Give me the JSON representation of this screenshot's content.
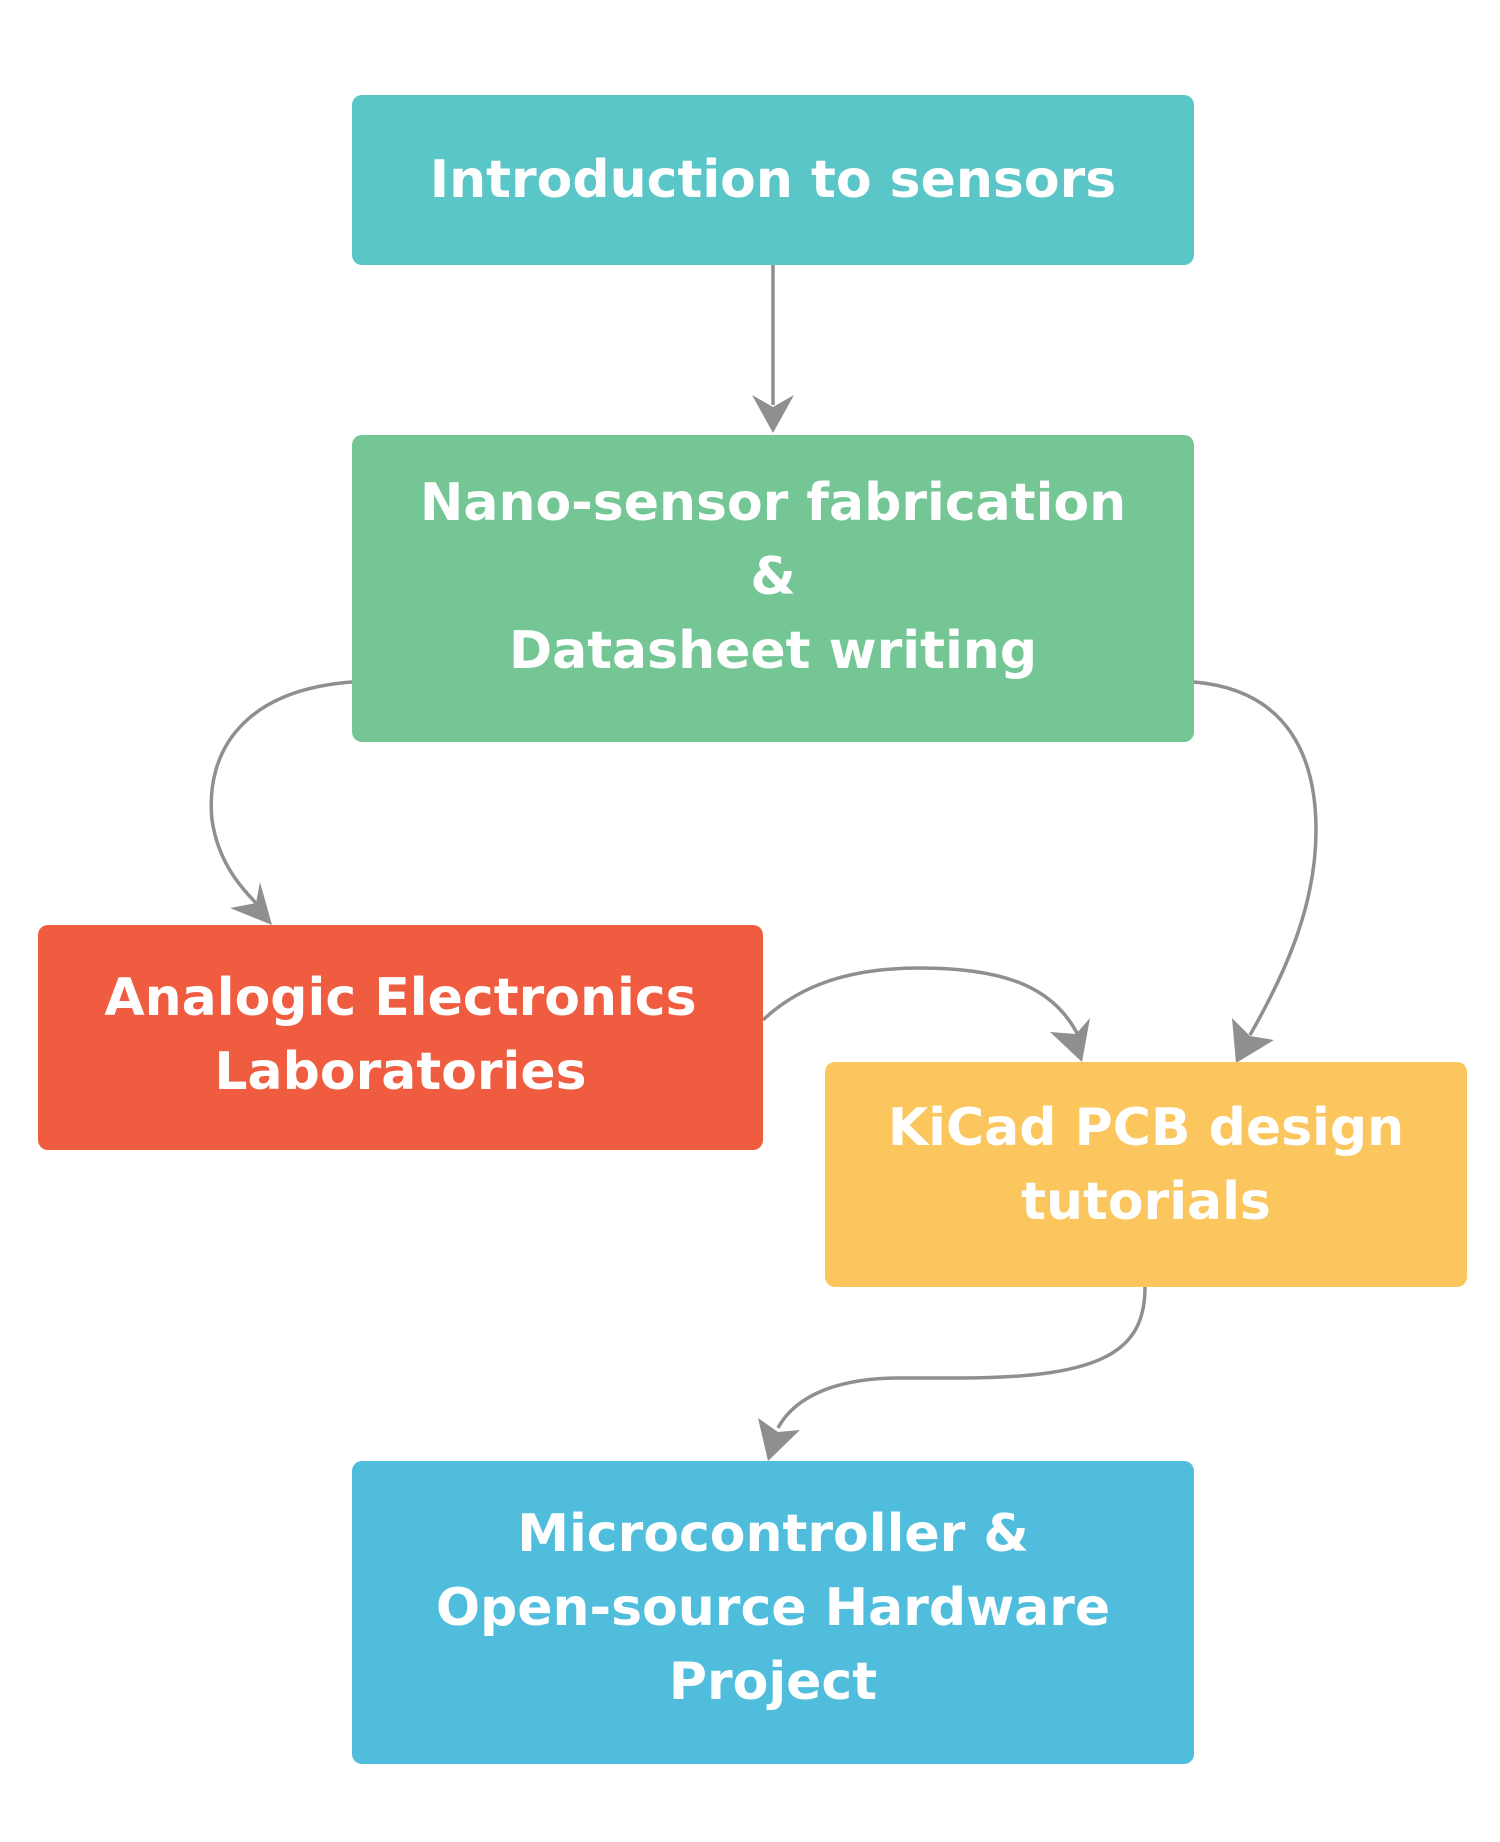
{
  "diagram": {
    "colors": {
      "connector": "#8f8f8f",
      "text": "#ffffff"
    },
    "nodes": {
      "intro": {
        "lines": [
          "Introduction to sensors"
        ],
        "color": "#5bc6c8"
      },
      "nano": {
        "lines": [
          "Nano-sensor fabrication",
          "&",
          "Datasheet writing"
        ],
        "color": "#74c795"
      },
      "analogic": {
        "lines": [
          "Analogic Electronics",
          "Laboratories"
        ],
        "color": "#f05c40"
      },
      "kicad": {
        "lines": [
          "KiCad PCB design",
          "tutorials"
        ],
        "color": "#fbc65d"
      },
      "micro": {
        "lines": [
          "Microcontroller &",
          "Open-source Hardware",
          "Project"
        ],
        "color": "#4fbddb"
      }
    },
    "edges": [
      {
        "from": "intro",
        "to": "nano"
      },
      {
        "from": "nano",
        "to": "analogic"
      },
      {
        "from": "nano",
        "to": "kicad"
      },
      {
        "from": "analogic",
        "to": "kicad"
      },
      {
        "from": "kicad",
        "to": "micro"
      }
    ]
  }
}
